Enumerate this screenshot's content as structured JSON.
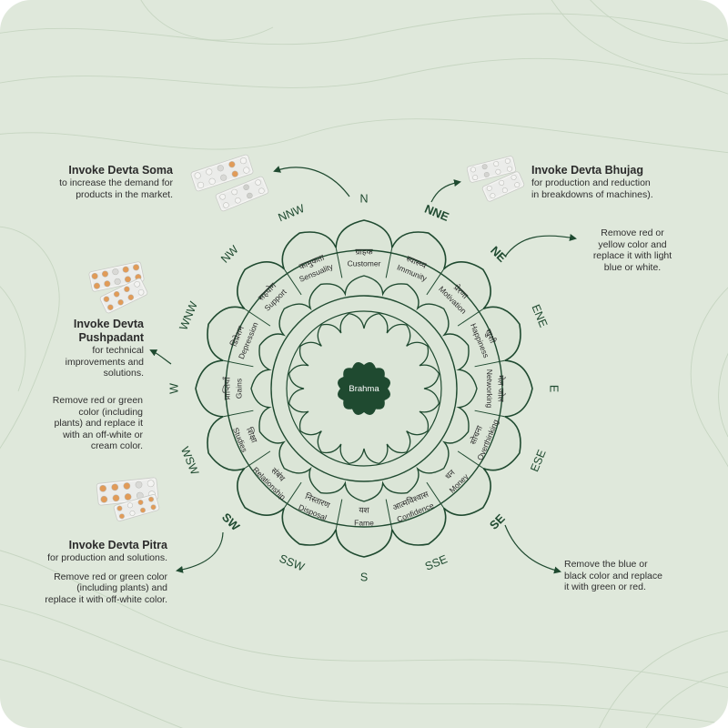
{
  "center": {
    "label": "Brahma"
  },
  "directions": [
    {
      "label": "N",
      "angle": 0,
      "bold": false
    },
    {
      "label": "NNE",
      "angle": 22.5,
      "bold": true
    },
    {
      "label": "NE",
      "angle": 45,
      "bold": true
    },
    {
      "label": "ENE",
      "angle": 67.5,
      "bold": false
    },
    {
      "label": "E",
      "angle": 90,
      "bold": false
    },
    {
      "label": "ESE",
      "angle": 112.5,
      "bold": false
    },
    {
      "label": "SE",
      "angle": 135,
      "bold": true
    },
    {
      "label": "SSE",
      "angle": 157.5,
      "bold": false
    },
    {
      "label": "S",
      "angle": 180,
      "bold": false
    },
    {
      "label": "SSW",
      "angle": 202.5,
      "bold": false
    },
    {
      "label": "SW",
      "angle": 225,
      "bold": true
    },
    {
      "label": "WSW",
      "angle": 247.5,
      "bold": false
    },
    {
      "label": "W",
      "angle": 270,
      "bold": false
    },
    {
      "label": "WNW",
      "angle": 292.5,
      "bold": false
    },
    {
      "label": "NW",
      "angle": 315,
      "bold": false
    },
    {
      "label": "NNW",
      "angle": 337.5,
      "bold": false
    }
  ],
  "zones": [
    {
      "hindi": "ग्राहक",
      "english": "Customer",
      "angle": 0
    },
    {
      "hindi": "स्वास्थ्य",
      "english": "Immunity",
      "angle": 22.5
    },
    {
      "hindi": "प्रेरणा",
      "english": "Motivation",
      "angle": 45
    },
    {
      "hindi": "खुशी",
      "english": "Happiness",
      "angle": 67.5
    },
    {
      "hindi": "मेल जोल",
      "english": "Networking",
      "angle": 90
    },
    {
      "hindi": "सोचना",
      "english": "Overthinking",
      "angle": 112.5
    },
    {
      "hindi": "धन",
      "english": "Money",
      "angle": 135
    },
    {
      "hindi": "आत्मविश्वास",
      "english": "Confidence",
      "angle": 157.5
    },
    {
      "hindi": "यश",
      "english": "Fame",
      "angle": 180
    },
    {
      "hindi": "निस्तारण",
      "english": "Disposal",
      "angle": 202.5
    },
    {
      "hindi": "संबंध",
      "english": "Relationship",
      "angle": 225
    },
    {
      "hindi": "शिक्षा",
      "english": "Studies",
      "angle": 247.5
    },
    {
      "hindi": "प्राप्तियाँ",
      "english": "Gains",
      "angle": 270
    },
    {
      "hindi": "डिप्रेशन",
      "english": "Depression",
      "angle": 292.5
    },
    {
      "hindi": "सहयोग",
      "english": "Support",
      "angle": 315
    },
    {
      "hindi": "कामुकता",
      "english": "Sensuality",
      "angle": 337.5
    }
  ],
  "notes": {
    "soma": {
      "title": "Invoke Devta Soma",
      "lines": [
        "to increase the demand for",
        "products in the market."
      ]
    },
    "bhujag": {
      "title": "Invoke Devta Bhujag",
      "lines": [
        "for  production and  reduction",
        "in breakdowns of machines)."
      ]
    },
    "ne": {
      "lines": [
        "Remove red or",
        "yellow color and",
        "replace it with light",
        "blue or white."
      ]
    },
    "pushpadant": {
      "title_lines": [
        "Invoke Devta",
        "Pushpadant"
      ],
      "lines": [
        "for technical",
        "improvements and",
        "solutions."
      ]
    },
    "w": {
      "lines": [
        "Remove red or green",
        "color (including",
        "plants) and replace it",
        "with an off-white or",
        "cream color."
      ]
    },
    "pitra": {
      "title": "Invoke Devta Pitra",
      "lines": [
        "for production and solutions.",
        "",
        "Remove red or green color",
        "(including plants) and",
        "replace it with off-white color."
      ]
    },
    "se": {
      "lines": [
        "Remove the blue or",
        "black color and replace",
        "it with green or red."
      ]
    }
  },
  "colors": {
    "primary": "#1f4a30",
    "background": "#dfe8db",
    "contour": "#c3d3bf",
    "pill_orange": "#e19b58",
    "pill_white": "#f4f4f2"
  },
  "icons": [
    "pill-strip-icon",
    "arrow-icon"
  ]
}
